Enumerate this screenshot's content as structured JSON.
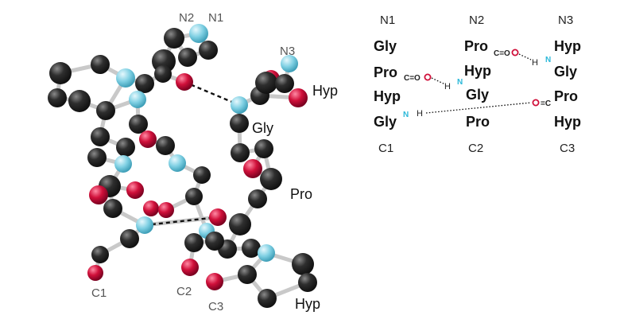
{
  "model_labels": {
    "n1": "N1",
    "n2": "N2",
    "n3": "N3",
    "c1": "C1",
    "c2": "C2",
    "c3": "C3",
    "gly": "Gly",
    "pro": "Pro",
    "hyp_top": "Hyp",
    "hyp_bottom": "Hyp"
  },
  "scheme": {
    "headers_top": [
      "N1",
      "N2",
      "N3"
    ],
    "headers_bottom": [
      "C1",
      "C2",
      "C3"
    ],
    "strand1": [
      "Gly",
      "Pro",
      "Hyp",
      "Gly"
    ],
    "strand2": [
      "Pro",
      "Hyp",
      "Gly",
      "Pro"
    ],
    "strand3": [
      "Hyp",
      "Gly",
      "Pro",
      "Hyp"
    ],
    "carbonyl": "C=O",
    "c_letter": "C",
    "o_letter": "O",
    "n_letter": "N",
    "h_letter": "H"
  },
  "colors": {
    "carbon": "#2b2b2b",
    "nitrogen": "#7fd0e3",
    "oxygen": "#d0103a",
    "bond": "#c9c9c9",
    "hbond": "#111111"
  }
}
